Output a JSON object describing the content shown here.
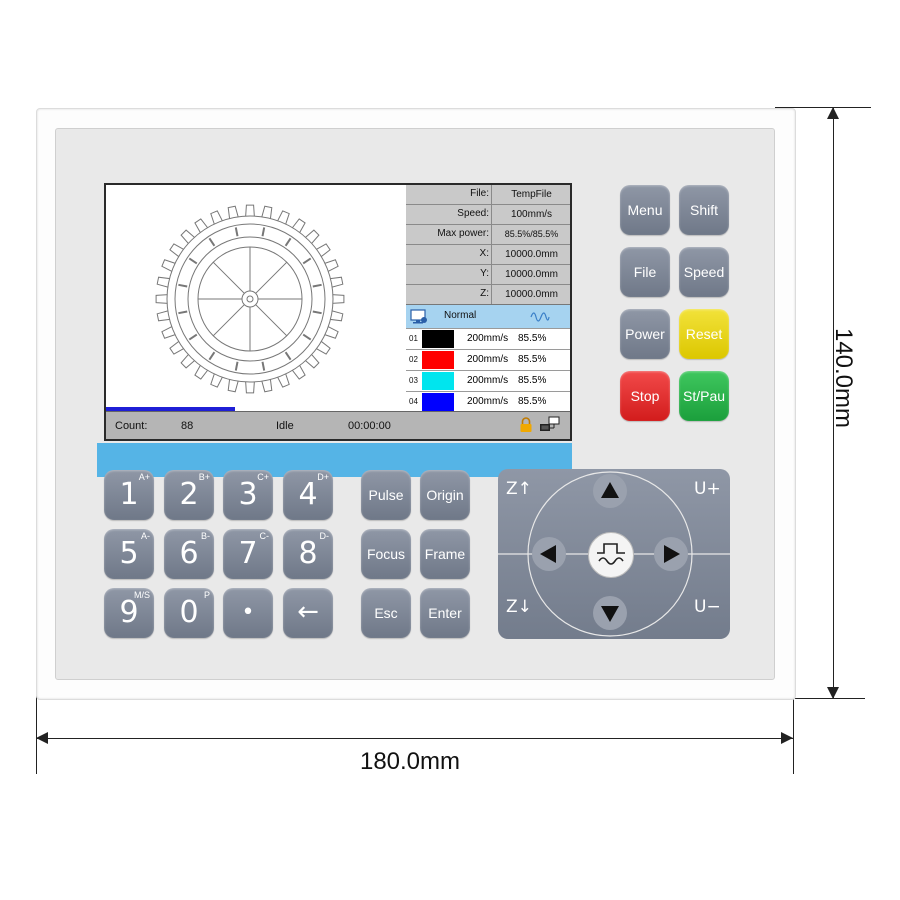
{
  "dimensions": {
    "height_label": "140.0mm",
    "width_label": "180.0mm"
  },
  "info": [
    {
      "label": "File:",
      "value": "TempFile"
    },
    {
      "label": "Speed:",
      "value": "100mm/s"
    },
    {
      "label": "Max power:",
      "value": "85.5%/85.5%"
    },
    {
      "label": "X:",
      "value": "10000.0mm"
    },
    {
      "label": "Y:",
      "value": "10000.0mm"
    },
    {
      "label": "Z:",
      "value": "10000.0mm"
    }
  ],
  "mode": {
    "label": "Normal"
  },
  "layers": [
    {
      "num": "01",
      "color": "#000000",
      "speed": "200mm/s",
      "power": "85.5%"
    },
    {
      "num": "02",
      "color": "#ff0000",
      "speed": "200mm/s",
      "power": "85.5%"
    },
    {
      "num": "03",
      "color": "#00e5ee",
      "speed": "200mm/s",
      "power": "85.5%"
    },
    {
      "num": "04",
      "color": "#0000ff",
      "speed": "200mm/s",
      "power": "85.5%"
    }
  ],
  "status": {
    "count_label": "Count:",
    "count_value": "88",
    "state": "Idle",
    "time": "00:00:00"
  },
  "progress": 0.28,
  "numpad": [
    {
      "label": "1",
      "sub": "A+"
    },
    {
      "label": "2",
      "sub": "B+"
    },
    {
      "label": "3",
      "sub": "C+"
    },
    {
      "label": "4",
      "sub": "D+"
    },
    {
      "label": "5",
      "sub": "A-"
    },
    {
      "label": "6",
      "sub": "B-"
    },
    {
      "label": "7",
      "sub": "C-"
    },
    {
      "label": "8",
      "sub": "D-"
    },
    {
      "label": "9",
      "sub": "M/S"
    },
    {
      "label": "0",
      "sub": "P"
    },
    {
      "label": "•",
      "sub": ""
    },
    {
      "label": "←",
      "sub": ""
    }
  ],
  "func_keys": [
    "Pulse",
    "Origin",
    "Focus",
    "Frame",
    "Esc",
    "Enter"
  ],
  "top_keys": {
    "menu": "Menu",
    "shift": "Shift",
    "file": "File",
    "speed": "Speed",
    "power": "Power",
    "reset": "Reset",
    "stop": "Stop",
    "start_pause": "St/Pau"
  },
  "jog": {
    "z_up": "Z↑",
    "z_down": "Z↓",
    "u_up": "U+",
    "u_down": "U−"
  },
  "icons": [
    "lock-icon",
    "network-icon",
    "monitor-icon",
    "waveform-icon",
    "up-arrow-icon",
    "down-arrow-icon",
    "left-arrow-icon",
    "right-arrow-icon",
    "laser-pulse-icon"
  ]
}
